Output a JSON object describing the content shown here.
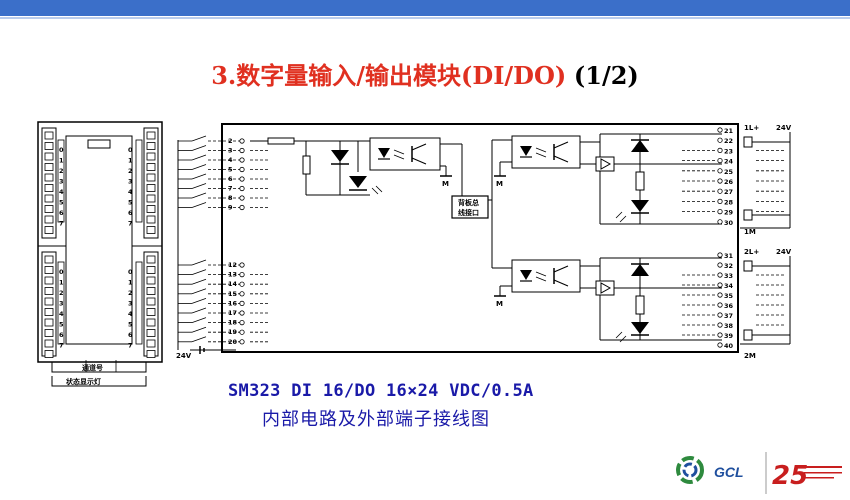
{
  "slide": {
    "title_red": "3.数字量输入/输出模块(DI/DO)",
    "title_black": "(1/2)",
    "caption_line1": "SM323 DI 16/DO 16×24 VDC/0.5A",
    "caption_line2": "内部电路及外部端子接线图"
  },
  "module_view": {
    "row_labels_left_top": [
      "0",
      "1",
      "2",
      "3",
      "4",
      "5",
      "6",
      "7"
    ],
    "row_labels_right_top": [
      "0",
      "1",
      "2",
      "3",
      "4",
      "5",
      "6",
      "7"
    ],
    "row_labels_left_bottom": [
      "0",
      "1",
      "2",
      "3",
      "4",
      "5",
      "6",
      "7"
    ],
    "row_labels_right_bottom": [
      "0",
      "1",
      "2",
      "3",
      "4",
      "5",
      "6",
      "7"
    ],
    "label_channel_no": "通道号",
    "label_status_led": "状态显示灯"
  },
  "circuit": {
    "input_pins_top": [
      "2",
      "3",
      "4",
      "5",
      "6",
      "7",
      "8",
      "9"
    ],
    "input_pins_bottom": [
      "12",
      "13",
      "14",
      "15",
      "16",
      "17",
      "18",
      "19",
      "20"
    ],
    "output_pins_top": [
      "21",
      "22",
      "23",
      "24",
      "25",
      "26",
      "27",
      "28",
      "29",
      "30"
    ],
    "output_pins_bottom": [
      "31",
      "32",
      "33",
      "34",
      "35",
      "36",
      "37",
      "38",
      "39",
      "40"
    ],
    "bus_label_line1": "背板总",
    "bus_label_line2": "线接口",
    "label_m": "M",
    "label_1l": "1L+",
    "label_2l": "2L+",
    "label_24v": "24V",
    "label_1m": "1M",
    "label_2m": "2M",
    "label_24v_in": "24V"
  },
  "logo": {
    "brand": "GCL",
    "anniversary": "25"
  }
}
